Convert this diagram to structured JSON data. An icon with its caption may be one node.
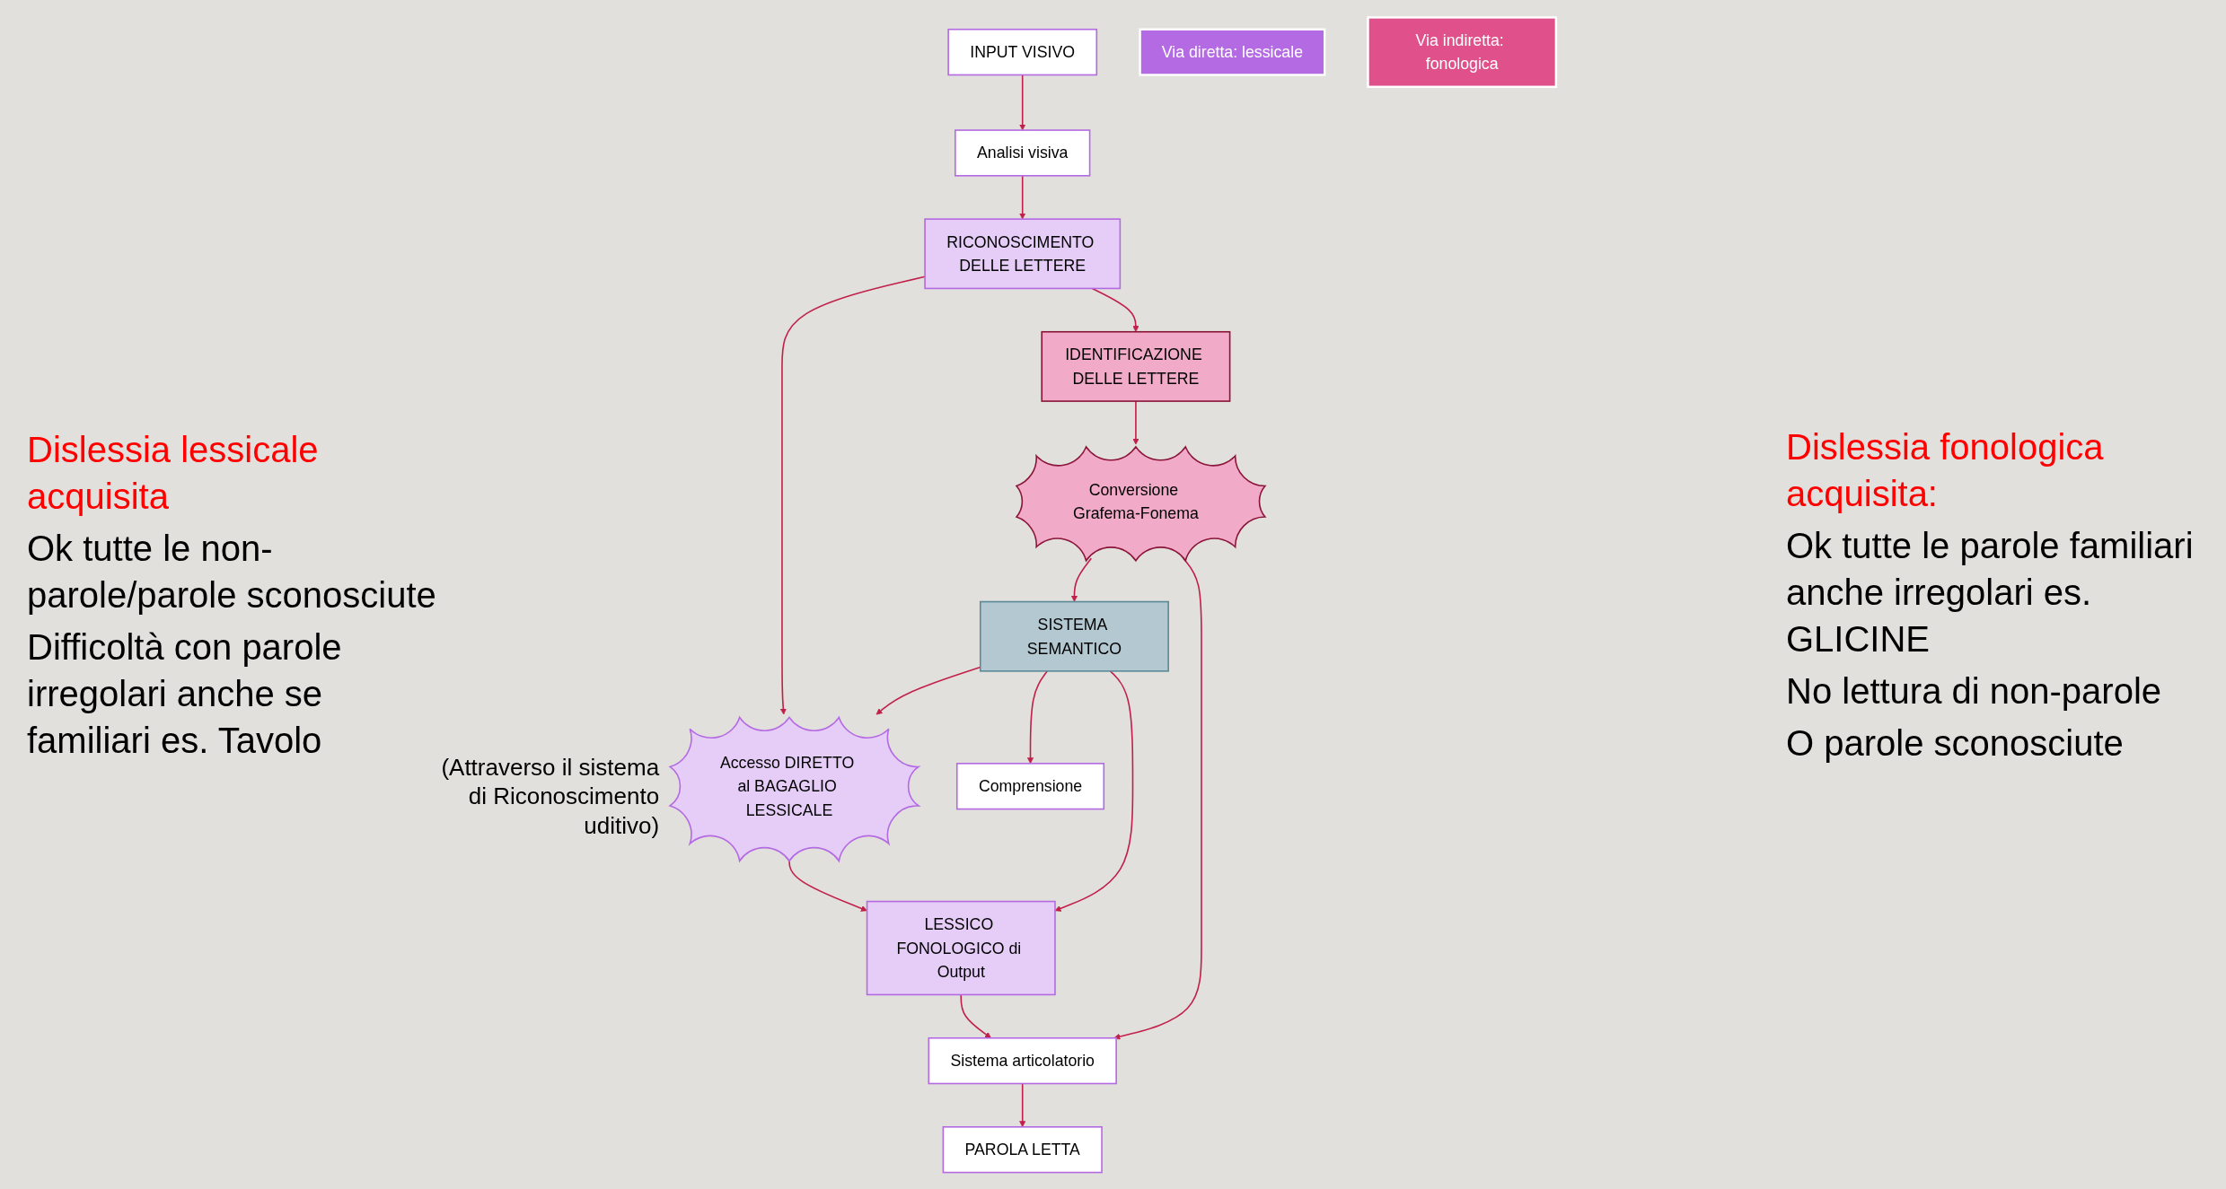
{
  "diagram": {
    "nodes": [
      {
        "text": [
          "INPUT VISIVO"
        ]
      },
      {
        "text": [
          "Via diretta: lessicale"
        ]
      },
      {
        "text": [
          "Via indiretta: fonologica"
        ]
      },
      {
        "text": [
          "Analisi visiva"
        ]
      },
      {
        "text": [
          "RICONOSCIMENTO DELLE LETTERE"
        ]
      },
      {
        "text": [
          "IDENTIFICAZIONE DELLE LETTERE"
        ]
      },
      {
        "text": [
          "Accesso DIRETTO al BAGAGLIO LESSICALE"
        ],
        "beside": [
          "(Attraverso il sistema di Riconoscimento uditivo)"
        ]
      },
      {
        "text": [
          "Conversione Grafema-Fonema"
        ]
      },
      {
        "text": [
          "SISTEMA SEMANTICO"
        ]
      },
      {
        "text": [
          "LESSICO FONOLOGICO di Output"
        ]
      },
      {
        "text": [
          "Comprensione"
        ]
      },
      {
        "text": [
          "Sistema articolatorio"
        ]
      },
      {
        "text": [
          "PAROLA LETTA"
        ]
      }
    ],
    "edges": [
      {
        "from": 0,
        "to": 3,
        "arrow": "to"
      },
      {
        "from": 3,
        "to": 4,
        "arrow": "to"
      },
      {
        "from": 4,
        "to": 6,
        "arrow": "to"
      },
      {
        "from": 6,
        "to": 9,
        "arrow": "to"
      },
      {
        "from": 9,
        "to": 11,
        "arrow": "to"
      },
      {
        "from": 11,
        "to": 12,
        "arrow": "to"
      },
      {
        "from": 4,
        "to": 5,
        "arrow": "to"
      },
      {
        "from": 5,
        "to": 7,
        "arrow": "to"
      },
      {
        "from": 7,
        "to": 8,
        "arrow": "to"
      },
      {
        "from": 8,
        "to": 6,
        "arrow": "to"
      },
      {
        "from": 8,
        "to": 9,
        "arrow": "to"
      },
      {
        "from": 8,
        "to": 10,
        "arrow": "to"
      },
      {
        "from": 7,
        "to": 11,
        "arrow": "to"
      }
    ],
    "labels": [
      "Dislessia lessicale acquisita",
      "Ok tutte le non-parole/parole sconosciute",
      "Difficoltà con parole irregolari anche se familiari es. Tavolo",
      "Dislessia fonologica acquisita:",
      "Ok tutte le parole familiari anche irregolari es. GLICINE",
      "No lettura di non-parole",
      "O parole sconosciute"
    ]
  }
}
